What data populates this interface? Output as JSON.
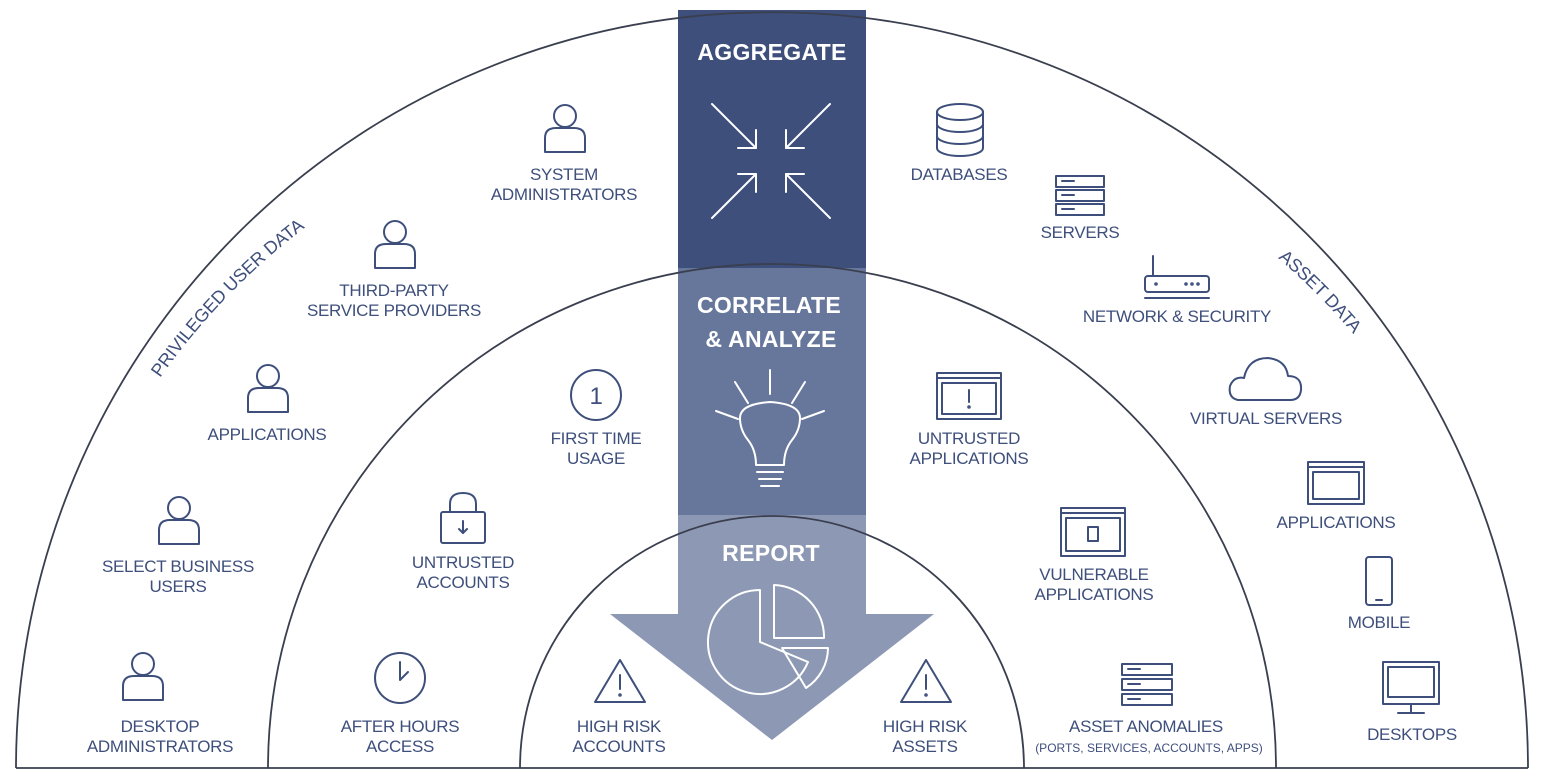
{
  "stages": {
    "aggregate": "AGGREGATE",
    "correlate_line1": "CORRELATE",
    "correlate_line2": "& ANALYZE",
    "report": "REPORT"
  },
  "arc_titles": {
    "left": "PRIVILEGED USER DATA",
    "right": "ASSET DATA"
  },
  "outer_left": {
    "system_admins": [
      "SYSTEM",
      "ADMINISTRATORS"
    ],
    "third_party": [
      "THIRD-PARTY",
      "SERVICE PROVIDERS"
    ],
    "applications": "APPLICATIONS",
    "business_users": [
      "SELECT BUSINESS",
      "USERS"
    ],
    "desktop_admins": [
      "DESKTOP",
      "ADMINISTRATORS"
    ]
  },
  "outer_right": {
    "databases": "DATABASES",
    "servers": "SERVERS",
    "network": "NETWORK & SECURITY",
    "virtual_servers": "VIRTUAL SERVERS",
    "applications": "APPLICATIONS",
    "mobile": "MOBILE",
    "desktops": "DESKTOPS"
  },
  "middle_left": {
    "first_time": [
      "FIRST TIME",
      "USAGE"
    ],
    "first_time_badge": "1",
    "untrusted_accounts": [
      "UNTRUSTED",
      "ACCOUNTS"
    ],
    "after_hours": [
      "AFTER HOURS",
      "ACCESS"
    ]
  },
  "middle_right": {
    "untrusted_apps": [
      "UNTRUSTED",
      "APPLICATIONS"
    ],
    "vulnerable_apps": [
      "VULNERABLE",
      "APPLICATIONS"
    ],
    "asset_anomalies": "ASSET ANOMALIES",
    "asset_anomalies_sub": "(PORTS, SERVICES, ACCOUNTS, APPS)"
  },
  "inner": {
    "high_risk_accounts": [
      "HIGH RISK",
      "ACCOUNTS"
    ],
    "high_risk_assets": [
      "HIGH RISK",
      "ASSETS"
    ]
  },
  "colors": {
    "aggregate": "#3e4f7c",
    "correlate": "#67779c",
    "report": "#8d99b4",
    "text": "#3e4f7c"
  }
}
